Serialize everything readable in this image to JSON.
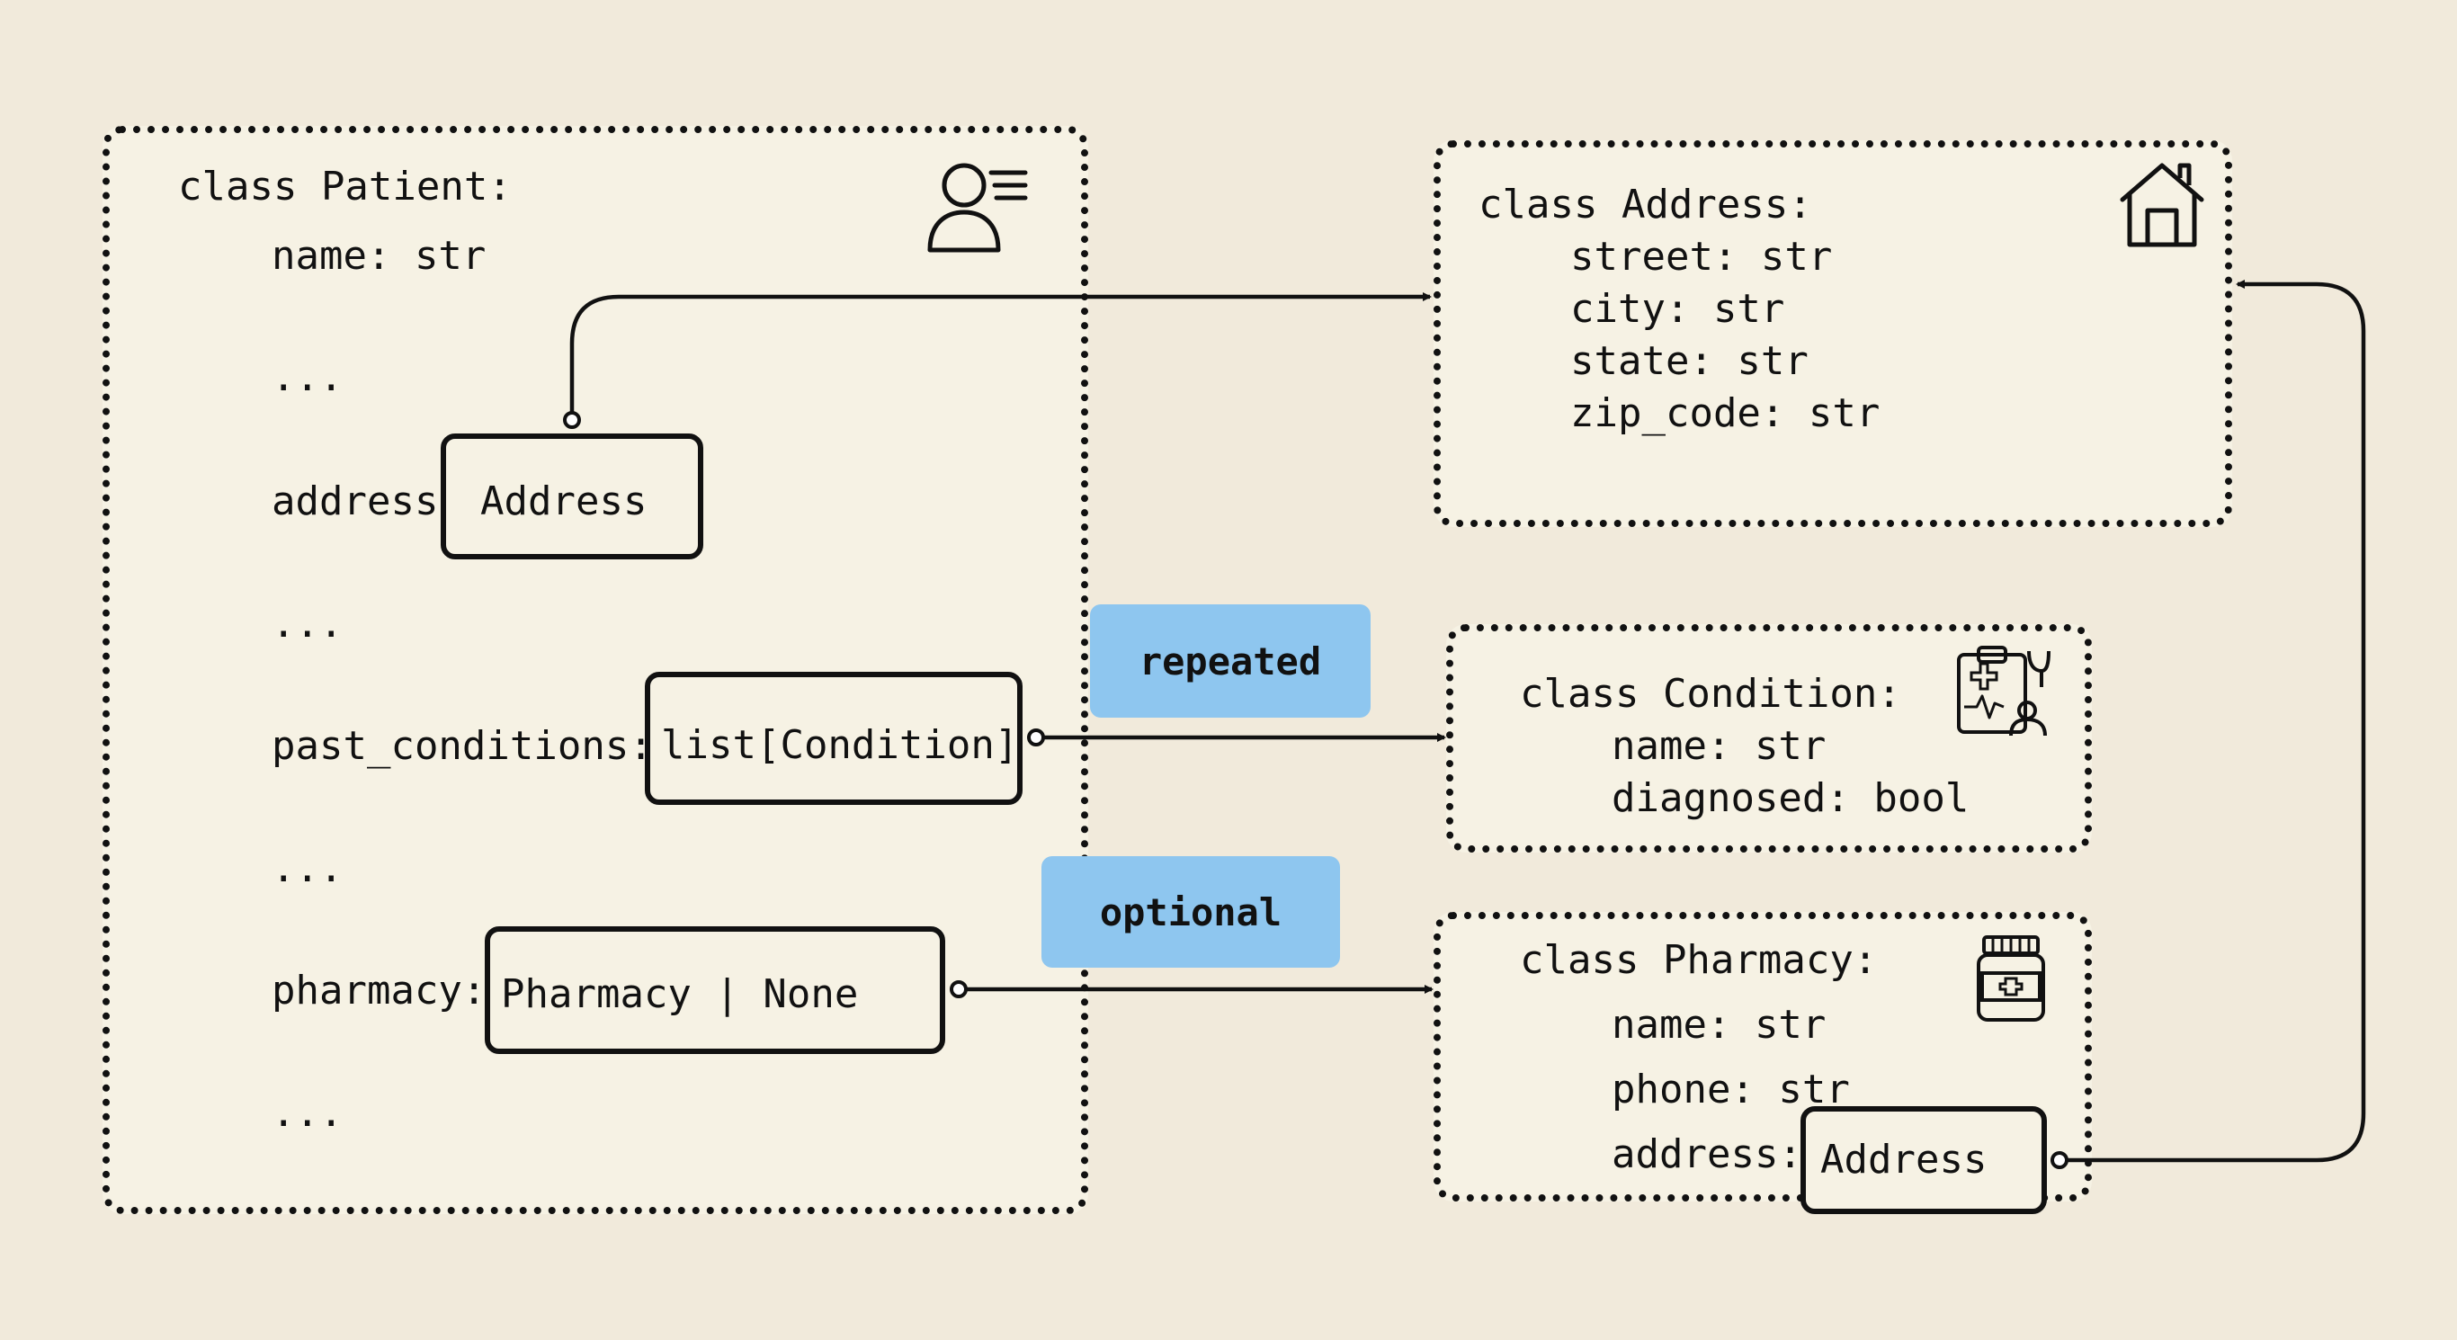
{
  "patient": {
    "title": "class Patient:",
    "field_name": "name: str",
    "ellipsis": "...",
    "address_label": "address:",
    "address_type": "Address",
    "past_conditions_label": "past_conditions:",
    "past_conditions_type": "list[Condition]",
    "pharmacy_label": "pharmacy:",
    "pharmacy_type": "Pharmacy | None",
    "icon": "patient-profile-icon"
  },
  "address": {
    "title": "class Address:",
    "fields": [
      "street: str",
      "city: str",
      "state: str",
      "zip_code: str"
    ],
    "icon": "house-icon"
  },
  "condition": {
    "title": "class Condition:",
    "fields": [
      "name: str",
      "diagnosed: bool"
    ],
    "icon": "medical-clipboard-icon"
  },
  "pharmacy": {
    "title": "class Pharmacy:",
    "fields": [
      "name: str",
      "phone: str"
    ],
    "address_label": "address:",
    "address_type": "Address",
    "icon": "medicine-bottle-icon"
  },
  "tags": {
    "repeated": "repeated",
    "optional": "optional"
  },
  "colors": {
    "background": "#f1eadb",
    "panel": "#f6f2e4",
    "tag": "#8ec6ef",
    "ink": "#111111"
  }
}
